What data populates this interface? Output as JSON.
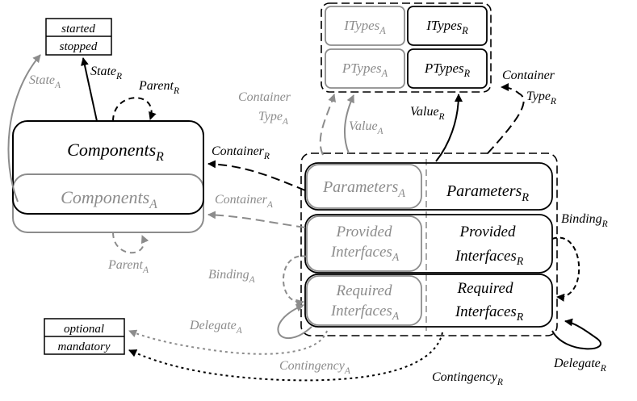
{
  "state_box": {
    "top": "started",
    "bottom": "stopped"
  },
  "optional_box": {
    "top": "optional",
    "bottom": "mandatory"
  },
  "nodes": {
    "components_r": {
      "main": "Components",
      "sub": "R"
    },
    "components_a": {
      "main": "Components",
      "sub": "A"
    },
    "itypes_a": {
      "main": "ITypes",
      "sub": "A"
    },
    "itypes_r": {
      "main": "ITypes",
      "sub": "R"
    },
    "ptypes_a": {
      "main": "PTypes",
      "sub": "A"
    },
    "ptypes_r": {
      "main": "PTypes",
      "sub": "R"
    },
    "parameters_a": {
      "main": "Parameters",
      "sub": "A"
    },
    "parameters_r": {
      "main": "Parameters",
      "sub": "R"
    },
    "provided_a": {
      "line1": "Provided",
      "main": "Interfaces",
      "sub": "A"
    },
    "provided_r": {
      "line1": "Provided",
      "main": "Interfaces",
      "sub": "R"
    },
    "required_a": {
      "line1": "Required",
      "main": "Interfaces",
      "sub": "A"
    },
    "required_r": {
      "line1": "Required",
      "main": "Interfaces",
      "sub": "R"
    }
  },
  "edge_labels": {
    "state_r": {
      "main": "State",
      "sub": "R"
    },
    "state_a": {
      "main": "State",
      "sub": "A"
    },
    "parent_r": {
      "main": "Parent",
      "sub": "R"
    },
    "parent_a": {
      "main": "Parent",
      "sub": "A"
    },
    "container_r": {
      "main": "Container",
      "sub": "R"
    },
    "container_a": {
      "main": "Container",
      "sub": "A"
    },
    "container_type_a": {
      "line1": "Container",
      "main": "Type",
      "sub": "A"
    },
    "container_type_r": {
      "line1": "Container",
      "main": "Type",
      "sub": "R"
    },
    "value_a": {
      "main": "Value",
      "sub": "A"
    },
    "value_r": {
      "main": "Value",
      "sub": "R"
    },
    "binding_a": {
      "main": "Binding",
      "sub": "A"
    },
    "binding_r": {
      "main": "Binding",
      "sub": "R"
    },
    "delegate_a": {
      "main": "Delegate",
      "sub": "A"
    },
    "delegate_r": {
      "main": "Delegate",
      "sub": "R"
    },
    "contingency_a": {
      "main": "Contingency",
      "sub": "A"
    },
    "contingency_r": {
      "main": "Contingency",
      "sub": "R"
    }
  },
  "colors": {
    "runtime": "#000000",
    "architecture": "#8c8c8c"
  }
}
